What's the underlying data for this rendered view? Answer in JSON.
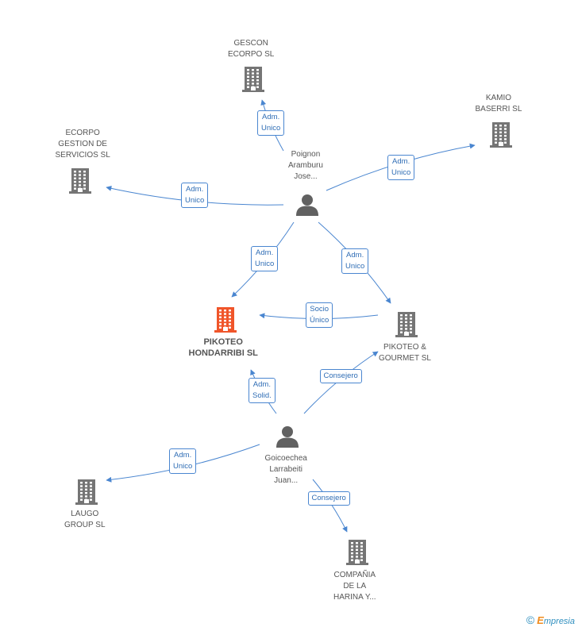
{
  "nodes": {
    "gescon": {
      "lines": [
        "GESCON",
        "ECORPO SL"
      ],
      "icon": "building-icon"
    },
    "kamio": {
      "lines": [
        "KAMIO",
        "BASERRI SL"
      ],
      "icon": "building-icon"
    },
    "ecorpo": {
      "lines": [
        "ECORPO",
        "GESTION DE",
        "SERVICIOS SL"
      ],
      "icon": "building-icon"
    },
    "poignon": {
      "lines": [
        "Poignon",
        "Aramburu",
        "Jose..."
      ],
      "icon": "person-icon"
    },
    "pikoteo_h": {
      "lines": [
        "PIKOTEO",
        "HONDARRIBI SL"
      ],
      "icon": "building-icon"
    },
    "pikoteo_g": {
      "lines": [
        "PIKOTEO &",
        "GOURMET SL"
      ],
      "icon": "building-icon"
    },
    "goicoechea": {
      "lines": [
        "Goicoechea",
        "Larrabeiti",
        "Juan..."
      ],
      "icon": "person-icon"
    },
    "laugo": {
      "lines": [
        "LAUGO",
        "GROUP SL"
      ],
      "icon": "building-icon"
    },
    "compania": {
      "lines": [
        "COMPAÑIA",
        "DE LA",
        "HARINA Y..."
      ],
      "icon": "building-icon"
    }
  },
  "edges": [
    {
      "from": "poignon",
      "to": "gescon",
      "lines": [
        "Adm.",
        "Unico"
      ]
    },
    {
      "from": "poignon",
      "to": "kamio",
      "lines": [
        "Adm.",
        "Unico"
      ]
    },
    {
      "from": "poignon",
      "to": "ecorpo",
      "lines": [
        "Adm.",
        "Unico"
      ]
    },
    {
      "from": "poignon",
      "to": "pikoteo_h",
      "lines": [
        "Adm.",
        "Unico"
      ]
    },
    {
      "from": "poignon",
      "to": "pikoteo_g",
      "lines": [
        "Adm.",
        "Unico"
      ]
    },
    {
      "from": "pikoteo_g",
      "to": "pikoteo_h",
      "lines": [
        "Socio",
        "Único"
      ]
    },
    {
      "from": "goicoechea",
      "to": "pikoteo_h",
      "lines": [
        "Adm.",
        "Solid."
      ]
    },
    {
      "from": "goicoechea",
      "to": "pikoteo_g",
      "lines": [
        "Consejero"
      ]
    },
    {
      "from": "goicoechea",
      "to": "laugo",
      "lines": [
        "Adm.",
        "Unico"
      ]
    },
    {
      "from": "goicoechea",
      "to": "compania",
      "lines": [
        "Consejero"
      ]
    }
  ],
  "colors": {
    "edge": "#4a86d0",
    "building": "#757575",
    "focus_building": "#f0552a",
    "person": "#616161"
  },
  "watermark": {
    "copyright": "©",
    "brand_initial": "E",
    "brand_rest": "mpresia"
  }
}
